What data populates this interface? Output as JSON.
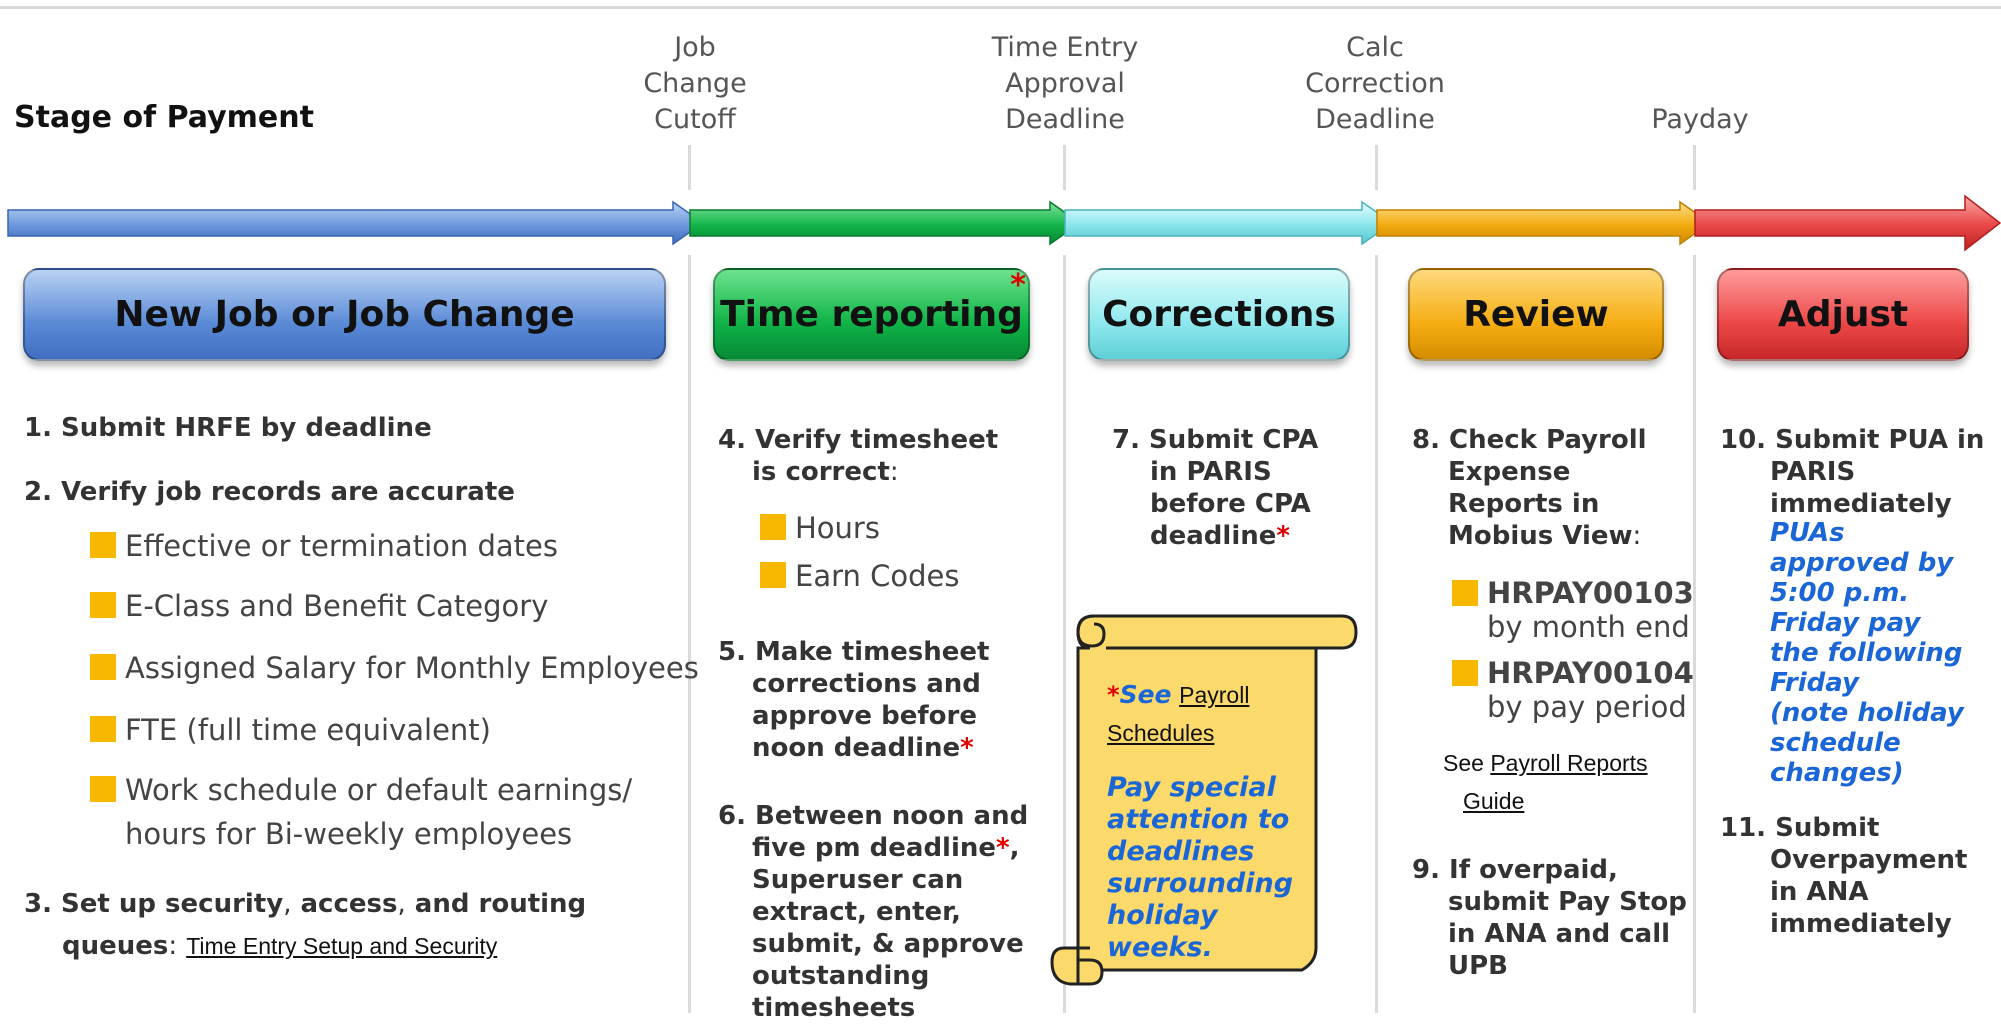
{
  "header": {
    "stage_title": "Stage of Payment"
  },
  "milestones": [
    {
      "lines": [
        "Job",
        "Change",
        "Cutoff"
      ]
    },
    {
      "lines": [
        "Time Entry",
        "Approval",
        "Deadline"
      ]
    },
    {
      "lines": [
        "Calc",
        "Correction",
        "Deadline"
      ]
    },
    {
      "lines": [
        "Payday"
      ]
    }
  ],
  "stages": [
    {
      "label": "New Job or Job Change",
      "color": "#5a8ad6"
    },
    {
      "label": "Time reporting",
      "star": "*",
      "color": "#0fb348"
    },
    {
      "label": "Corrections",
      "color": "#8ee8ee"
    },
    {
      "label": "Review",
      "color": "#f5ad12"
    },
    {
      "label": "Adjust",
      "color": "#ec4747"
    }
  ],
  "col1": {
    "s1": {
      "num": "1.",
      "text": "Submit HRFE by deadline"
    },
    "s2": {
      "num": "2.",
      "text": "Verify job records are accurate"
    },
    "bullets": [
      "Effective or termination dates",
      "E-Class and Benefit Category",
      "Assigned Salary for Monthly Employees",
      "FTE (full time equivalent)",
      "Work schedule or default earnings/",
      "hours for Bi-weekly employees"
    ],
    "s3": {
      "num": "3.",
      "text_a": "Set up security",
      "comma1": ",",
      "text_b": " access",
      "comma2": ",",
      "text_c": " and routing",
      "text_d": "queues",
      "colon": ":",
      "link": "Time Entry Setup and Security"
    }
  },
  "col2": {
    "s4": {
      "num": "4.",
      "line1": "Verify timesheet",
      "line2": "is correct",
      "colon": ":"
    },
    "bullets": [
      "Hours",
      "Earn Codes"
    ],
    "s5": {
      "num": "5.",
      "line1": "Make timesheet",
      "line2": "corrections and",
      "line3": "approve before",
      "line4": "noon deadline",
      "star": "*"
    },
    "s6": {
      "num": "6.",
      "line1": "Between noon and",
      "line2": "five pm deadline",
      "star": "*",
      "comma": ",",
      "line3": "Superuser can",
      "line4": "extract, enter,",
      "line5": "submit, & approve",
      "line6": "outstanding",
      "line7": "timesheets"
    }
  },
  "col3": {
    "s7": {
      "num": "7.",
      "line1": "Submit CPA",
      "line2": "in PARIS",
      "line3": "before CPA",
      "line4": "deadline",
      "star": "*"
    },
    "scroll": {
      "star": "*",
      "see": "See",
      "link1": "Payroll",
      "link2": "Schedules",
      "note": [
        "Pay special",
        "attention to",
        "deadlines",
        "surrounding",
        "holiday",
        "weeks"
      ],
      "period": "."
    }
  },
  "col4": {
    "s8": {
      "num": "8.",
      "line1": "Check Payroll",
      "line2": "Expense",
      "line3": "Reports in",
      "line4": "Mobius View",
      "colon": ":"
    },
    "reports": [
      {
        "code": "HRPAY00103",
        "when": "by month end"
      },
      {
        "code": "HRPAY00104",
        "when": "by pay period"
      }
    ],
    "see": "See",
    "link1": "Payroll Reports",
    "link2": "Guide",
    "s9": {
      "num": "9.",
      "line1": "If overpaid,",
      "line2": "submit Pay Stop",
      "line3": "in ANA and call",
      "line4": "UPB"
    }
  },
  "col5": {
    "s10": {
      "num": "10.",
      "line1": "Submit PUA in",
      "line2": "PARIS",
      "line3": "immediately"
    },
    "pua_note": [
      "PUAs",
      "approved by",
      "5:00 p.m.",
      "Friday pay",
      "the following",
      "Friday",
      "(note holiday",
      "schedule",
      "changes)"
    ],
    "s11": {
      "num": "11.",
      "line1": "Submit",
      "line2": "Overpayment",
      "line3": "in ANA",
      "line4": "immediately"
    }
  }
}
